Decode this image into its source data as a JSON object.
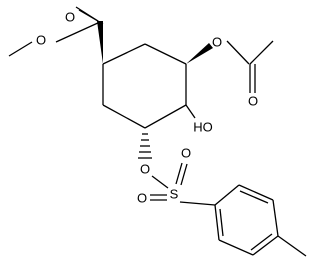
{
  "diagram": {
    "atom_labels": {
      "ester_carbonyl_o": "O",
      "ester_methoxy_o": "O",
      "acetoxy_o": "O",
      "acetyl_carbonyl_o": "O",
      "hydroxyl": "HO",
      "tosyloxy_o": "O",
      "sulfur": "S",
      "sulfonyl_o_left": "O",
      "sulfonyl_o_top": "O"
    }
  }
}
